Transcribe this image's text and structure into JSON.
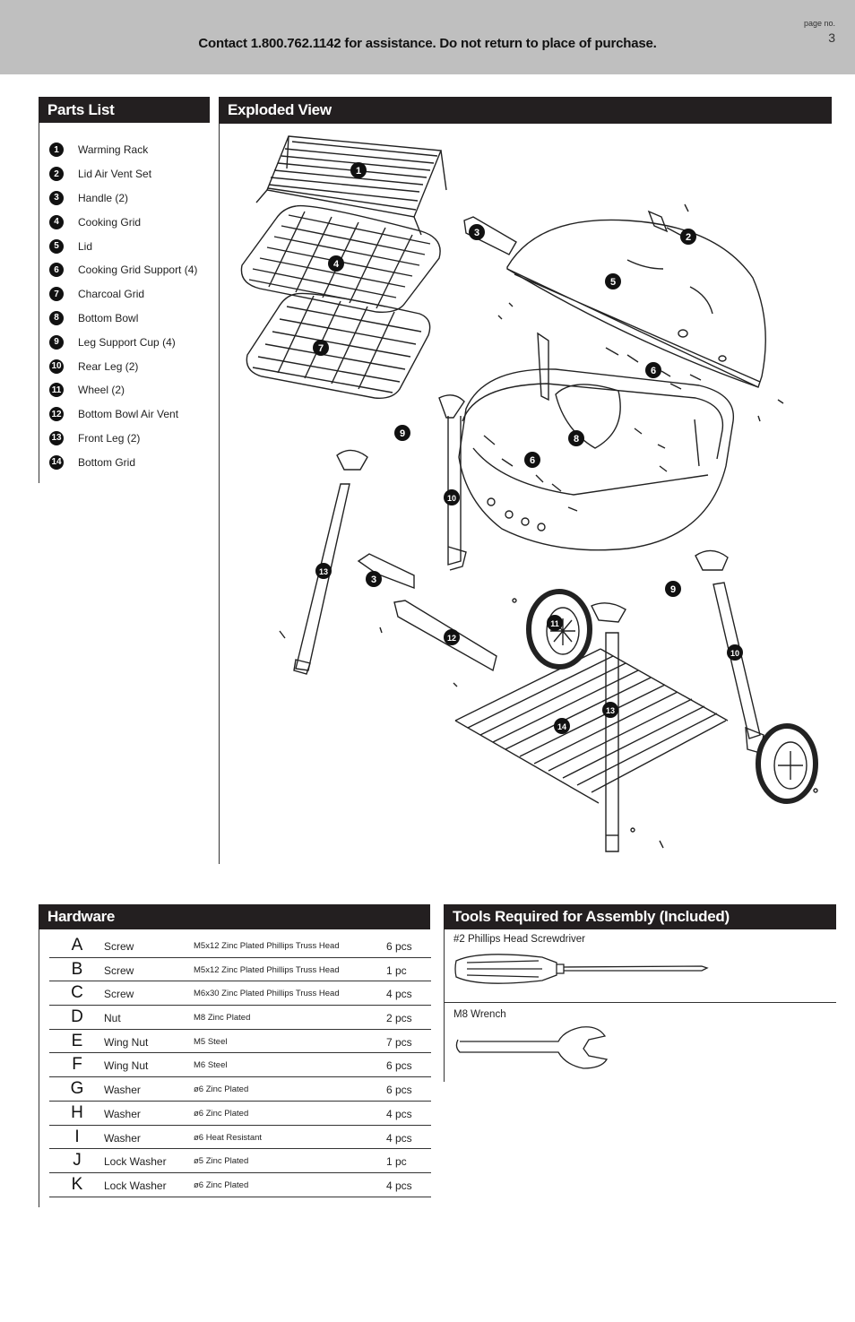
{
  "header": {
    "contact_text": "Contact 1.800.762.1142 for assistance. Do not return to place of purchase.",
    "page_no_label": "page no.",
    "page_no": "3"
  },
  "parts_list": {
    "title": "Parts List",
    "items": [
      {
        "num": "1",
        "name": "Warming Rack"
      },
      {
        "num": "2",
        "name": "Lid Air Vent Set"
      },
      {
        "num": "3",
        "name": "Handle (2)"
      },
      {
        "num": "4",
        "name": "Cooking Grid"
      },
      {
        "num": "5",
        "name": "Lid"
      },
      {
        "num": "6",
        "name": "Cooking Grid Support (4)"
      },
      {
        "num": "7",
        "name": "Charcoal Grid"
      },
      {
        "num": "8",
        "name": "Bottom Bowl"
      },
      {
        "num": "9",
        "name": "Leg Support Cup (4)"
      },
      {
        "num": "10",
        "name": "Rear Leg (2)"
      },
      {
        "num": "11",
        "name": "Wheel (2)"
      },
      {
        "num": "12",
        "name": "Bottom Bowl Air Vent"
      },
      {
        "num": "13",
        "name": "Front Leg (2)"
      },
      {
        "num": "14",
        "name": "Bottom Grid"
      }
    ]
  },
  "exploded_view": {
    "title": "Exploded View",
    "callouts": [
      "1",
      "2",
      "3",
      "4",
      "5",
      "6",
      "7",
      "6",
      "8",
      "9",
      "10",
      "3",
      "13",
      "11",
      "12",
      "9",
      "10",
      "13",
      "14"
    ]
  },
  "hardware": {
    "title": "Hardware",
    "rows": [
      {
        "letter": "A",
        "type": "Screw",
        "desc": "M5x12 Zinc Plated Phillips Truss Head",
        "qty": "6 pcs"
      },
      {
        "letter": "B",
        "type": "Screw",
        "desc": "M5x12 Zinc Plated Phillips Truss Head",
        "qty": "1 pc"
      },
      {
        "letter": "C",
        "type": "Screw",
        "desc": "M6x30 Zinc Plated Phillips Truss Head",
        "qty": "4 pcs"
      },
      {
        "letter": "D",
        "type": "Nut",
        "desc": "M8 Zinc Plated",
        "qty": "2 pcs"
      },
      {
        "letter": "E",
        "type": "Wing Nut",
        "desc": "M5 Steel",
        "qty": "7 pcs"
      },
      {
        "letter": "F",
        "type": "Wing Nut",
        "desc": "M6 Steel",
        "qty": "6 pcs"
      },
      {
        "letter": "G",
        "type": "Washer",
        "desc": "ø6 Zinc Plated",
        "qty": "6 pcs"
      },
      {
        "letter": "H",
        "type": "Washer",
        "desc": "ø6 Zinc Plated",
        "qty": "4 pcs"
      },
      {
        "letter": "I",
        "type": "Washer",
        "desc": "ø6 Heat Resistant",
        "qty": "4 pcs"
      },
      {
        "letter": "J",
        "type": "Lock Washer",
        "desc": "ø5 Zinc Plated",
        "qty": "1 pc"
      },
      {
        "letter": "K",
        "type": "Lock Washer",
        "desc": "ø6 Zinc Plated",
        "qty": "4 pcs"
      }
    ]
  },
  "tools": {
    "title": "Tools Required for Assembly (Included)",
    "items": [
      {
        "name": "#2 Phillips Head Screwdriver",
        "icon": "screwdriver-icon"
      },
      {
        "name": "M8 Wrench",
        "icon": "wrench-icon"
      }
    ]
  },
  "colors": {
    "banner_bg": "#bfbfbf",
    "header_bg": "#231f20",
    "header_text": "#ffffff"
  }
}
